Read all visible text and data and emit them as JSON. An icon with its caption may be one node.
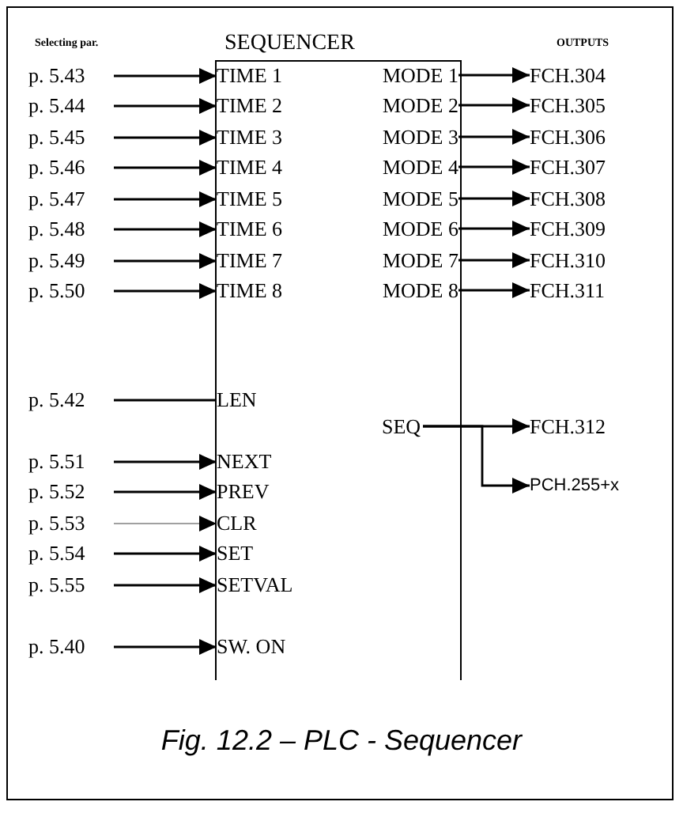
{
  "diagram": {
    "caption": "Fig. 12.2 – PLC - Sequencer",
    "nodes": [
      {
        "text": [
          "SEQUENCER"
        ]
      },
      {
        "text": [
          "p. 5.43"
        ]
      },
      {
        "text": [
          "TIME 1"
        ],
        "in": 0
      },
      {
        "text": [
          "MODE 1"
        ],
        "in": 0
      },
      {
        "text": [
          "FCH.304"
        ]
      },
      {
        "text": [
          "p. 5.44"
        ]
      },
      {
        "text": [
          "TIME 2"
        ],
        "in": 0
      },
      {
        "text": [
          "MODE 2"
        ],
        "in": 0
      },
      {
        "text": [
          "FCH.305"
        ]
      },
      {
        "text": [
          "p. 5.45"
        ]
      },
      {
        "text": [
          "TIME 3"
        ],
        "in": 0
      },
      {
        "text": [
          "MODE 3"
        ],
        "in": 0
      },
      {
        "text": [
          "FCH.306"
        ]
      },
      {
        "text": [
          "p. 5.46"
        ]
      },
      {
        "text": [
          "TIME 4"
        ],
        "in": 0
      },
      {
        "text": [
          "MODE 4"
        ],
        "in": 0
      },
      {
        "text": [
          "FCH.307"
        ]
      },
      {
        "text": [
          "p. 5.47"
        ]
      },
      {
        "text": [
          "TIME 5"
        ],
        "in": 0
      },
      {
        "text": [
          "MODE 5"
        ],
        "in": 0
      },
      {
        "text": [
          "FCH.308"
        ]
      },
      {
        "text": [
          "p. 5.48"
        ]
      },
      {
        "text": [
          "TIME 6"
        ],
        "in": 0
      },
      {
        "text": [
          "MODE 6"
        ],
        "in": 0
      },
      {
        "text": [
          "FCH.309"
        ]
      },
      {
        "text": [
          "p. 5.49"
        ]
      },
      {
        "text": [
          "TIME 7"
        ],
        "in": 0
      },
      {
        "text": [
          "MODE 7"
        ],
        "in": 0
      },
      {
        "text": [
          "FCH.310"
        ]
      },
      {
        "text": [
          "p. 5.50"
        ]
      },
      {
        "text": [
          "TIME 8"
        ],
        "in": 0
      },
      {
        "text": [
          "MODE 8"
        ],
        "in": 0
      },
      {
        "text": [
          "FCH.311"
        ]
      },
      {
        "text": [
          "p. 5.42"
        ]
      },
      {
        "text": [
          "LEN"
        ],
        "in": 0
      },
      {
        "text": [
          "SEQ"
        ],
        "in": 0
      },
      {
        "text": [
          "FCH.312"
        ]
      },
      {
        "text": [
          "PCH.255+x"
        ]
      },
      {
        "text": [
          "p. 5.51"
        ]
      },
      {
        "text": [
          "NEXT"
        ],
        "in": 0
      },
      {
        "text": [
          "p. 5.52"
        ]
      },
      {
        "text": [
          "PREV"
        ],
        "in": 0
      },
      {
        "text": [
          "p. 5.53"
        ]
      },
      {
        "text": [
          "CLR"
        ],
        "in": 0
      },
      {
        "text": [
          "p. 5.54"
        ]
      },
      {
        "text": [
          "SET"
        ],
        "in": 0
      },
      {
        "text": [
          "p. 5.55"
        ]
      },
      {
        "text": [
          "SETVAL"
        ],
        "in": 0
      },
      {
        "text": [
          "p. 5.40"
        ]
      },
      {
        "text": [
          "SW. ON"
        ],
        "in": 0
      }
    ],
    "edges": [
      {
        "from": 1,
        "to": 2,
        "arrow": "to"
      },
      {
        "from": 3,
        "to": 4,
        "arrow": "to"
      },
      {
        "from": 5,
        "to": 6,
        "arrow": "to"
      },
      {
        "from": 7,
        "to": 8,
        "arrow": "to"
      },
      {
        "from": 9,
        "to": 10,
        "arrow": "to"
      },
      {
        "from": 11,
        "to": 12,
        "arrow": "to"
      },
      {
        "from": 13,
        "to": 14,
        "arrow": "to"
      },
      {
        "from": 15,
        "to": 16,
        "arrow": "to"
      },
      {
        "from": 17,
        "to": 18,
        "arrow": "to"
      },
      {
        "from": 19,
        "to": 20,
        "arrow": "to"
      },
      {
        "from": 21,
        "to": 22,
        "arrow": "to"
      },
      {
        "from": 23,
        "to": 24,
        "arrow": "to"
      },
      {
        "from": 25,
        "to": 26,
        "arrow": "to"
      },
      {
        "from": 27,
        "to": 28,
        "arrow": "to"
      },
      {
        "from": 29,
        "to": 30,
        "arrow": "to"
      },
      {
        "from": 31,
        "to": 32,
        "arrow": "to"
      },
      {
        "from": 33,
        "to": 34,
        "arrow": "none"
      },
      {
        "from": 35,
        "to": 36,
        "arrow": "to"
      },
      {
        "from": 35,
        "to": 37,
        "arrow": "to"
      },
      {
        "from": 38,
        "to": 39,
        "arrow": "to"
      },
      {
        "from": 40,
        "to": 41,
        "arrow": "to"
      },
      {
        "from": 42,
        "to": 43,
        "arrow": "to",
        "color": "#a0a0a0"
      },
      {
        "from": 44,
        "to": 45,
        "arrow": "to"
      },
      {
        "from": 46,
        "to": 47,
        "arrow": "to"
      },
      {
        "from": 48,
        "to": 49,
        "arrow": "to"
      }
    ],
    "labels": [
      "Selecting par.",
      "OUTPUTS"
    ]
  }
}
